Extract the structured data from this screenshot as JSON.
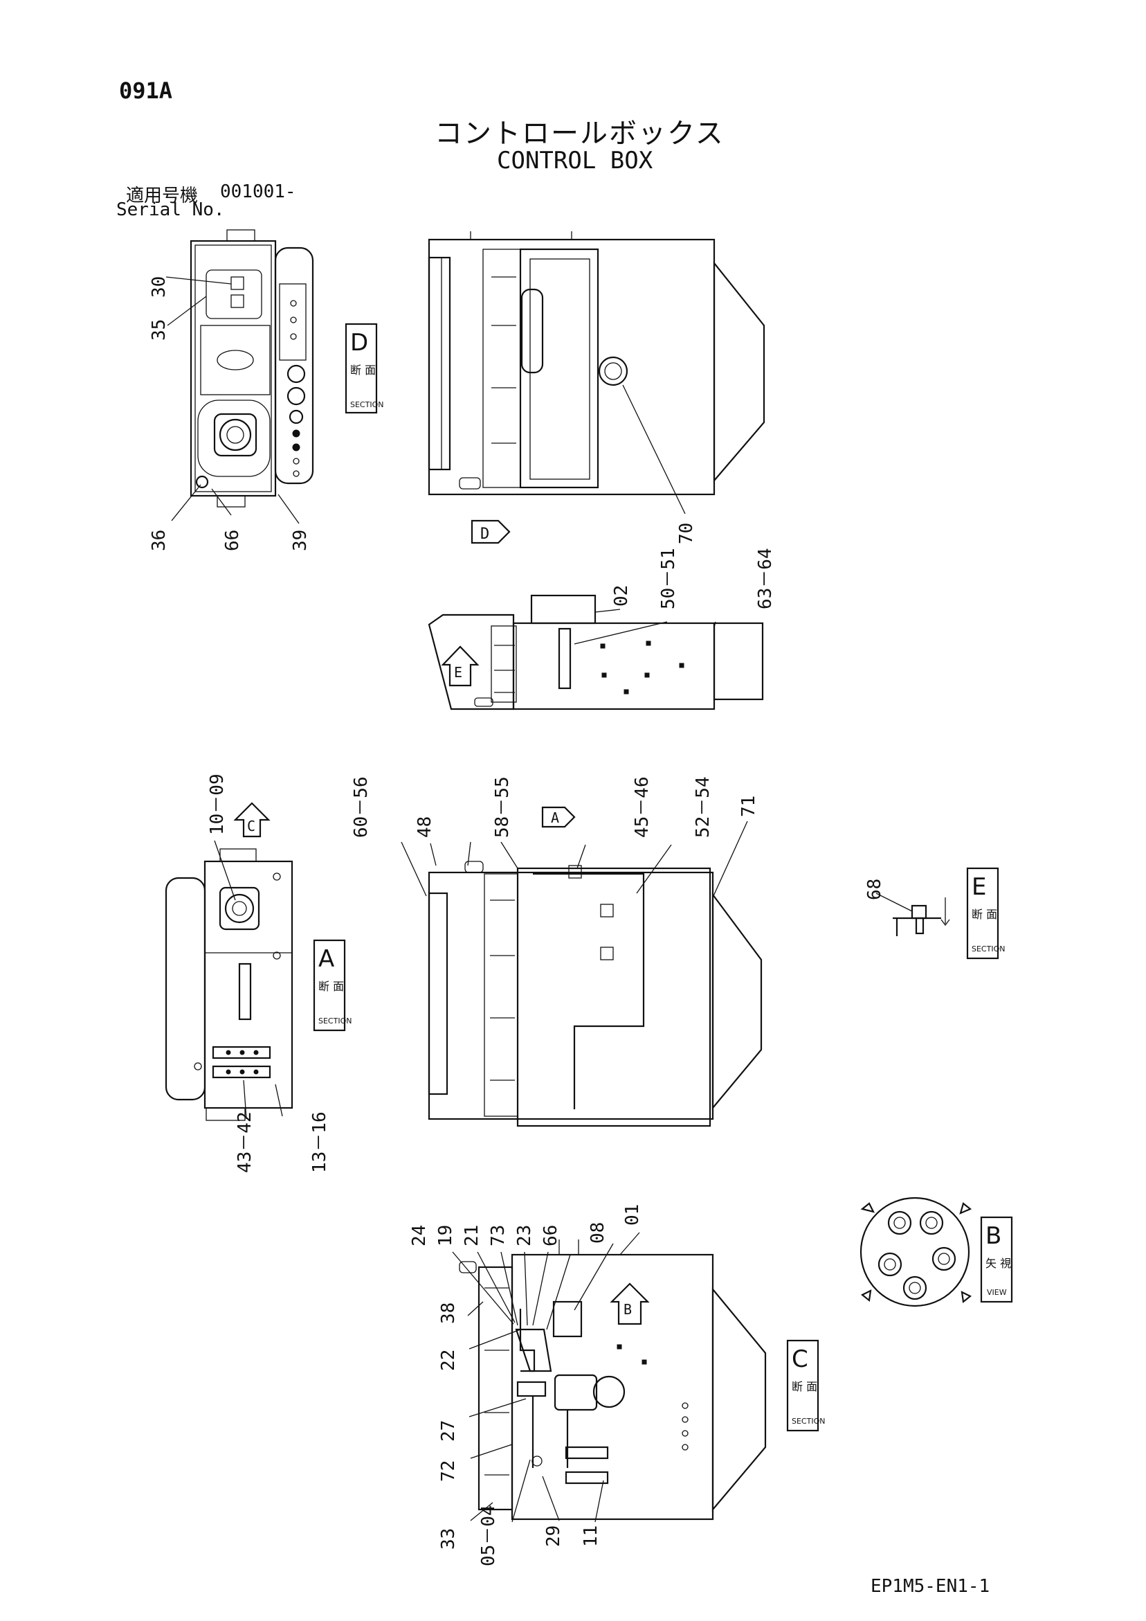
{
  "header": {
    "page_code": "091A",
    "title_jp": "コントロールボックス",
    "title_en": "CONTROL BOX",
    "serial_label_jp": "適用号機",
    "serial_value": "001001-",
    "serial_label_en": "Serial No."
  },
  "footer": {
    "doc_code": "EP1M5-EN1-1"
  },
  "sections": {
    "D": {
      "letter": "D",
      "jp": "断 面",
      "en": "SECTION"
    },
    "A": {
      "letter": "A",
      "jp": "断 面",
      "en": "SECTION"
    },
    "E": {
      "letter": "E",
      "jp": "断 面",
      "en": "SECTION"
    },
    "C": {
      "letter": "C",
      "jp": "断 面",
      "en": "SECTION"
    },
    "B": {
      "letter": "B",
      "jp": "矢 視",
      "en": "VIEW"
    }
  },
  "view_arrows": {
    "D": "D",
    "E": "E",
    "C": "C",
    "A": "A",
    "B": "B"
  },
  "callouts": {
    "c30": "30",
    "c35": "35",
    "c36": "36",
    "c66a": "66",
    "c39": "39",
    "c70": "70",
    "c02": "02",
    "c50_51": "50－51",
    "c63_64": "63－64",
    "c10_09": "10－09",
    "c43_42": "43－42",
    "c13_16": "13－16",
    "c60_56": "60－56",
    "c48": "48",
    "c58_55": "58－55",
    "c45_46": "45－46",
    "c52_54": "52－54",
    "c71": "71",
    "c68": "68",
    "c24": "24",
    "c19": "19",
    "c21": "21",
    "c73": "73",
    "c23": "23",
    "c66b": "66",
    "c08": "08",
    "c01": "01",
    "c38": "38",
    "c22": "22",
    "c27": "27",
    "c72": "72",
    "c33": "33",
    "c05_04": "05－04",
    "c29": "29",
    "c11": "11"
  }
}
